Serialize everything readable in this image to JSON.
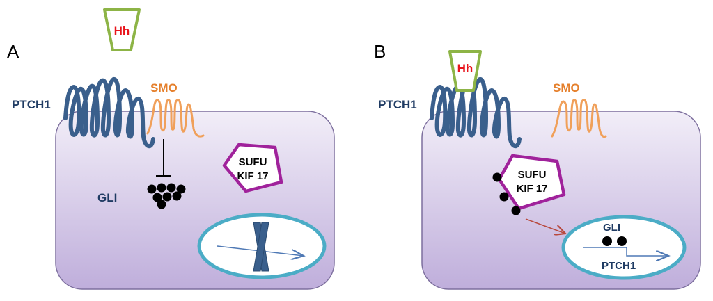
{
  "colors": {
    "ptch1": "#3A5F8C",
    "smo": "#F0A05A",
    "hh_outline": "#8DB446",
    "hh_text": "#E8141B",
    "sufu_outline": "#A0229B",
    "nucleus_outline": "#4BACC6",
    "gli": "#000000",
    "arrow_red": "#B84A3E",
    "arrow_blue": "#4F79B5",
    "label_blue": "#1F3B63",
    "label_orange": "#E57F2B"
  },
  "panel_a": {
    "label": "A",
    "hh": "Hh",
    "ptch1": "PTCH1",
    "smo": "SMO",
    "gli": "GLI",
    "sufu_line1": "SUFU",
    "sufu_line2": "KIF 17"
  },
  "panel_b": {
    "label": "B",
    "hh": "Hh",
    "ptch1": "PTCH1",
    "smo": "SMO",
    "gli": "GLI",
    "sufu_line1": "SUFU",
    "sufu_line2": "KIF 17",
    "target_gene": "PTCH1"
  },
  "icons": [
    "hedgehog-ligand-icon",
    "ptch1-receptor-icon",
    "smo-receptor-icon",
    "sufu-kif17-complex-icon",
    "gli-icon",
    "nucleus-icon",
    "dna-blocked-icon",
    "gene-arrow-icon"
  ]
}
